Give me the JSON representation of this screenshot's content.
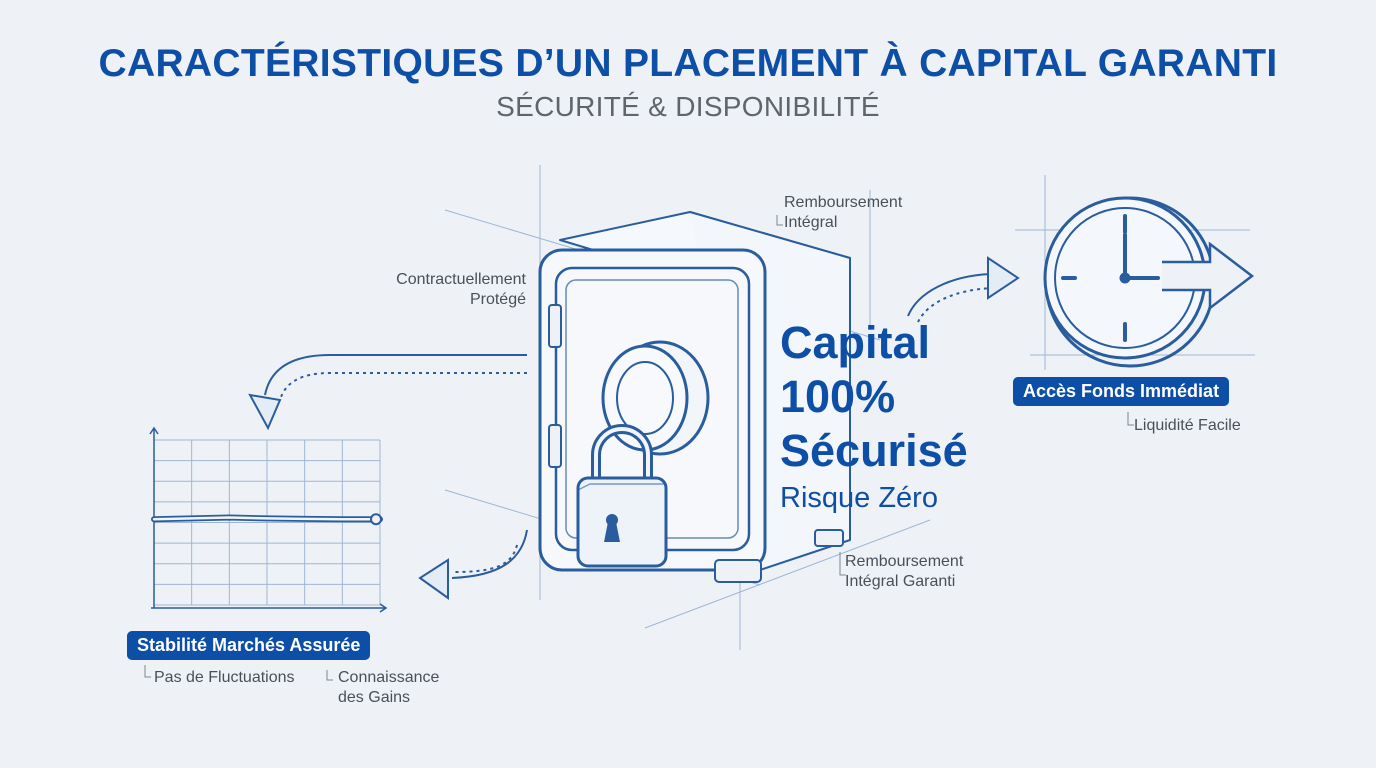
{
  "header": {
    "title": "CARACTÉRISTIQUES D’UN PLACEMENT À CAPITAL GARANTI",
    "subtitle": "SÉCURITÉ & DISPONIBILITÉ"
  },
  "safe": {
    "headline_line1": "Capital",
    "headline_line2": "100%",
    "headline_line3": "Sécurisé",
    "tagline": "Risque Zéro",
    "callout_top_1": "Remboursement",
    "callout_top_2": "Intégral",
    "callout_left_1": "Contractuellement",
    "callout_left_2": "Protégé",
    "callout_bottom_1": "Remboursement",
    "callout_bottom_2": "Intégral Garanti"
  },
  "access": {
    "badge": "Accès Fonds Immédiat",
    "caption": "Liquidité Facile"
  },
  "stability": {
    "badge": "Stabilité Marchés Assurée",
    "caption_1": "Pas de Fluctuations",
    "caption_2_line1": "Connaissance",
    "caption_2_line2": "des Gains"
  },
  "colors": {
    "accent": "#0d4ea6",
    "line": "#2a5d9e",
    "background": "#eef2f7",
    "text_muted": "#4a5058"
  },
  "icons": [
    "safe-icon",
    "padlock-icon",
    "clock-icon",
    "arrow-icon",
    "line-chart-icon"
  ],
  "chart_data": {
    "type": "line",
    "x": [
      0,
      1,
      2,
      3,
      4,
      5,
      6
    ],
    "series": [
      {
        "values": [
          5.2,
          5.25,
          5.3,
          5.25,
          5.22,
          5.2,
          5.2
        ]
      }
    ],
    "ylim": [
      0,
      10
    ],
    "grid": true,
    "xlabel": "",
    "ylabel": ""
  }
}
